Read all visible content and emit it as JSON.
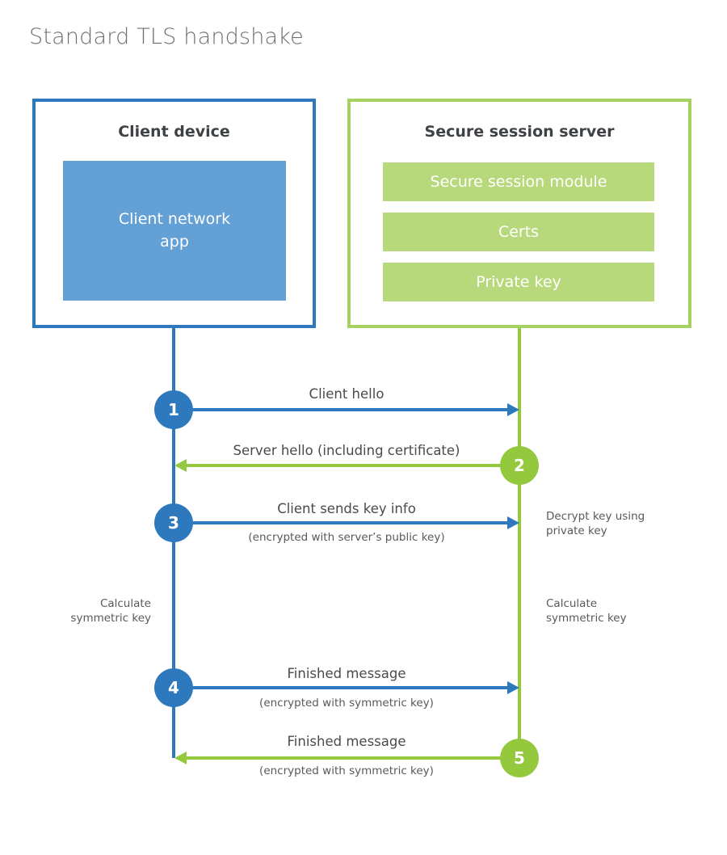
{
  "title": "Standard TLS handshake",
  "client": {
    "title": "Client device",
    "app_label": "Client network app"
  },
  "server": {
    "title": "Secure session server",
    "modules": [
      "Secure session module",
      "Certs",
      "Private key"
    ]
  },
  "messages": [
    {
      "num": "1",
      "label": "Client hello",
      "sub": "",
      "direction": "right",
      "from": "client",
      "to": "server"
    },
    {
      "num": "2",
      "label": "Server hello (including certificate)",
      "sub": "",
      "direction": "left",
      "from": "server",
      "to": "client"
    },
    {
      "num": "3",
      "label": "Client sends key info",
      "sub": "(encrypted with server’s public key)",
      "direction": "right",
      "from": "client",
      "to": "server"
    },
    {
      "num": "4",
      "label": "Finished message",
      "sub": "(encrypted with symmetric key)",
      "direction": "right",
      "from": "client",
      "to": "server"
    },
    {
      "num": "5",
      "label": "Finished message",
      "sub": "(encrypted with symmetric key)",
      "direction": "left",
      "from": "server",
      "to": "client"
    }
  ],
  "notes": {
    "decrypt": "Decrypt key using\nprivate key",
    "calc_left": "Calculate\nsymmetric key",
    "calc_right": "Calculate\nsymmetric key"
  },
  "colors": {
    "blue_accent": "#2e78bd",
    "blue_fill": "#62a0d6",
    "green_accent": "#94c83d",
    "green_border": "#a6d05f",
    "green_fill": "#b7d87b",
    "text_dark": "#3f4245",
    "text_gray": "#595959"
  }
}
